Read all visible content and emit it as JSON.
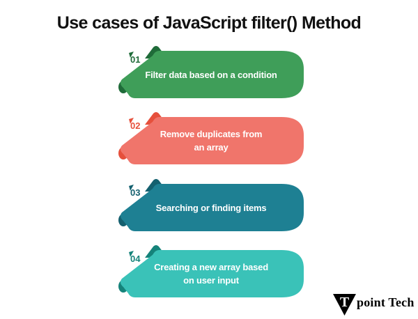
{
  "title": "Use cases of JavaScript filter() Method",
  "items": [
    {
      "number": "01",
      "lines": [
        "Filter data based on a condition"
      ],
      "body_color": "#3f9e59",
      "accent_color": "#1f6b39"
    },
    {
      "number": "02",
      "lines": [
        "Remove duplicates from",
        "an array"
      ],
      "body_color": "#f0756b",
      "accent_color": "#e6503c"
    },
    {
      "number": "03",
      "lines": [
        "Searching or finding items"
      ],
      "body_color": "#1e8093",
      "accent_color": "#14606f"
    },
    {
      "number": "04",
      "lines": [
        "Creating a new array based",
        "on user input"
      ],
      "body_color": "#3ac2b8",
      "accent_color": "#15837a"
    }
  ],
  "text_color": "#ffffff",
  "title_color": "#111111",
  "logo": {
    "mark": "T",
    "text": "point Tech"
  }
}
